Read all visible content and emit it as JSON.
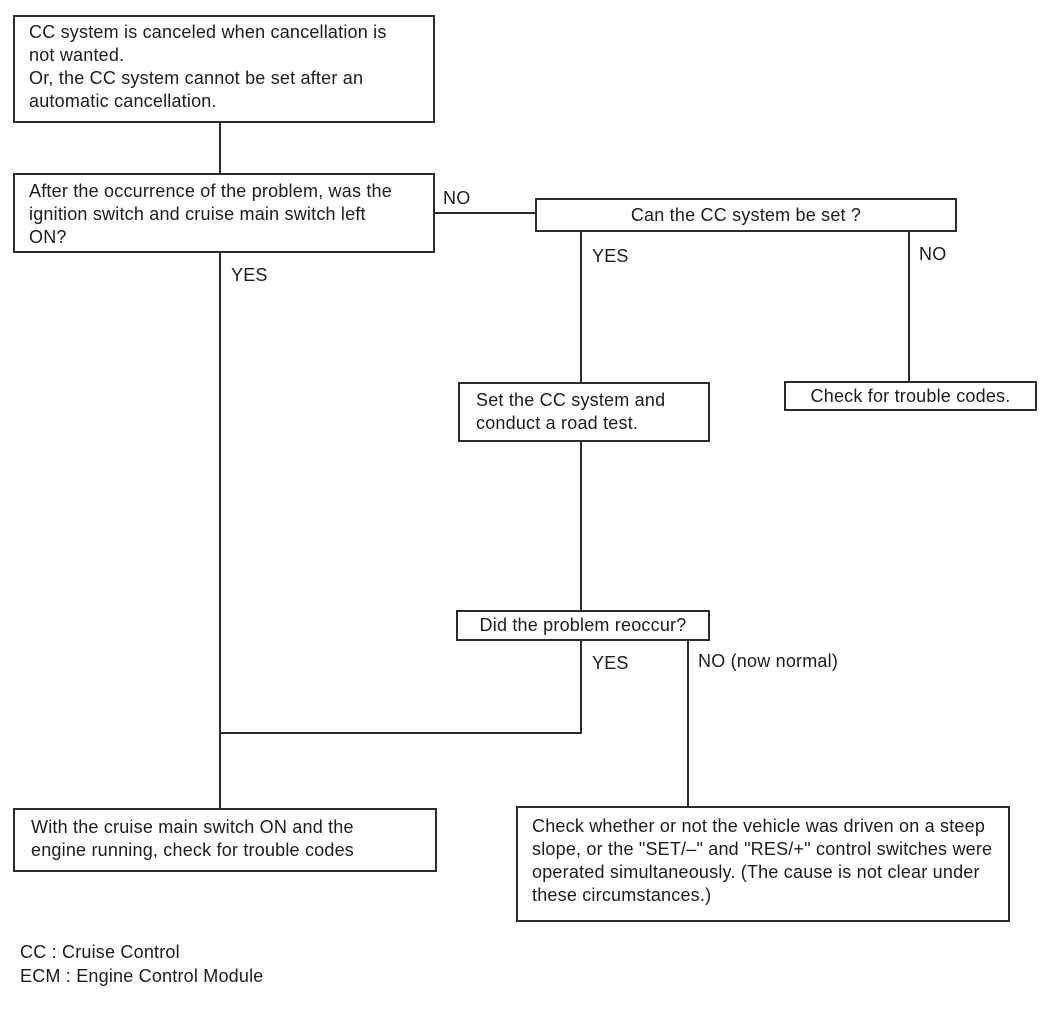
{
  "flowchart": {
    "nodes": {
      "problem": "CC system is canceled when cancellation is\nnot wanted.\nOr, the CC system cannot be set after an\nautomatic cancellation.",
      "ignition_question": "After the occurrence of the problem, was the\nignition switch and cruise main switch left\nON?",
      "can_set_question": "Can the CC system be set ?",
      "road_test": "Set the CC system and\nconduct a road test.",
      "check_trouble_codes": "Check for trouble codes.",
      "reoccur_question": "Did the problem reoccur?",
      "main_switch_check": "With the cruise main switch ON and the\nengine running, check for trouble codes",
      "steep_slope_check": "Check whether or not the vehicle was driven on a steep\nslope, or the \"SET/–\" and \"RES/+\" control switches were\noperated simultaneously. (The cause is not clear under\nthese circumstances.)"
    },
    "edge_labels": {
      "ignition_no": "NO",
      "ignition_yes": "YES",
      "can_set_yes": "YES",
      "can_set_no": "NO",
      "reoccur_yes": "YES",
      "reoccur_no": "NO (now normal)"
    },
    "legend": {
      "line1": "CC : Cruise Control",
      "line2": "ECM : Engine Control Module"
    },
    "colors": {
      "line": "#2a2a2a",
      "text": "#1c1c1c",
      "background": "#ffffff"
    }
  }
}
